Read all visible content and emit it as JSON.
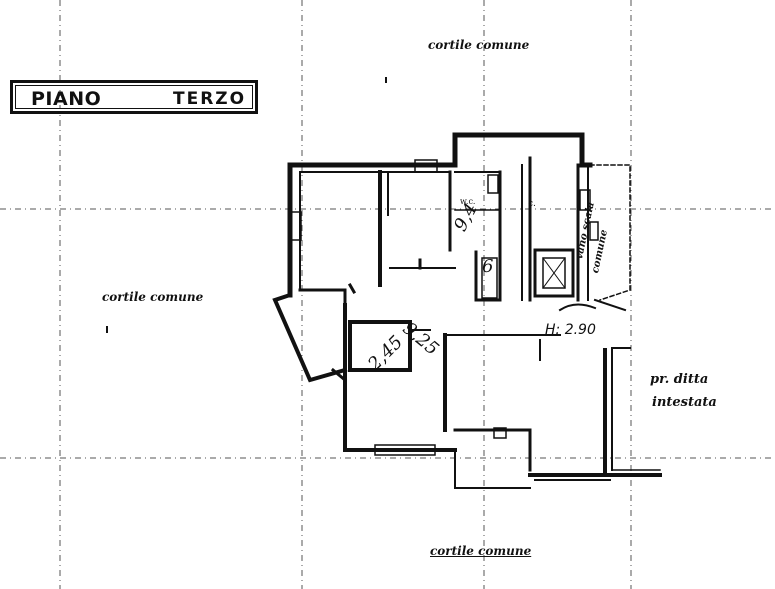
{
  "plan": {
    "title_word1": "PIANO",
    "title_word2": "TERZO"
  },
  "labels": {
    "courtyard_top": "cortile comune",
    "courtyard_left": "cortile comune",
    "courtyard_bottom": "cortile comune",
    "neighbor_line1": "pr. ditta",
    "neighbor_line2": "intestata",
    "stairs_line1": "vano scala",
    "stairs_line2": "comune",
    "wc": "w.c.",
    "corridor": "c.",
    "ceiling_height": "H: 2.90"
  },
  "handwritten_areas": {
    "area_1": "9,4",
    "area_2": "6",
    "area_3": "9,25",
    "area_4": "2,45"
  },
  "colors": {
    "ink": "#111111",
    "paper": "#ffffff",
    "guide": "#555555"
  }
}
